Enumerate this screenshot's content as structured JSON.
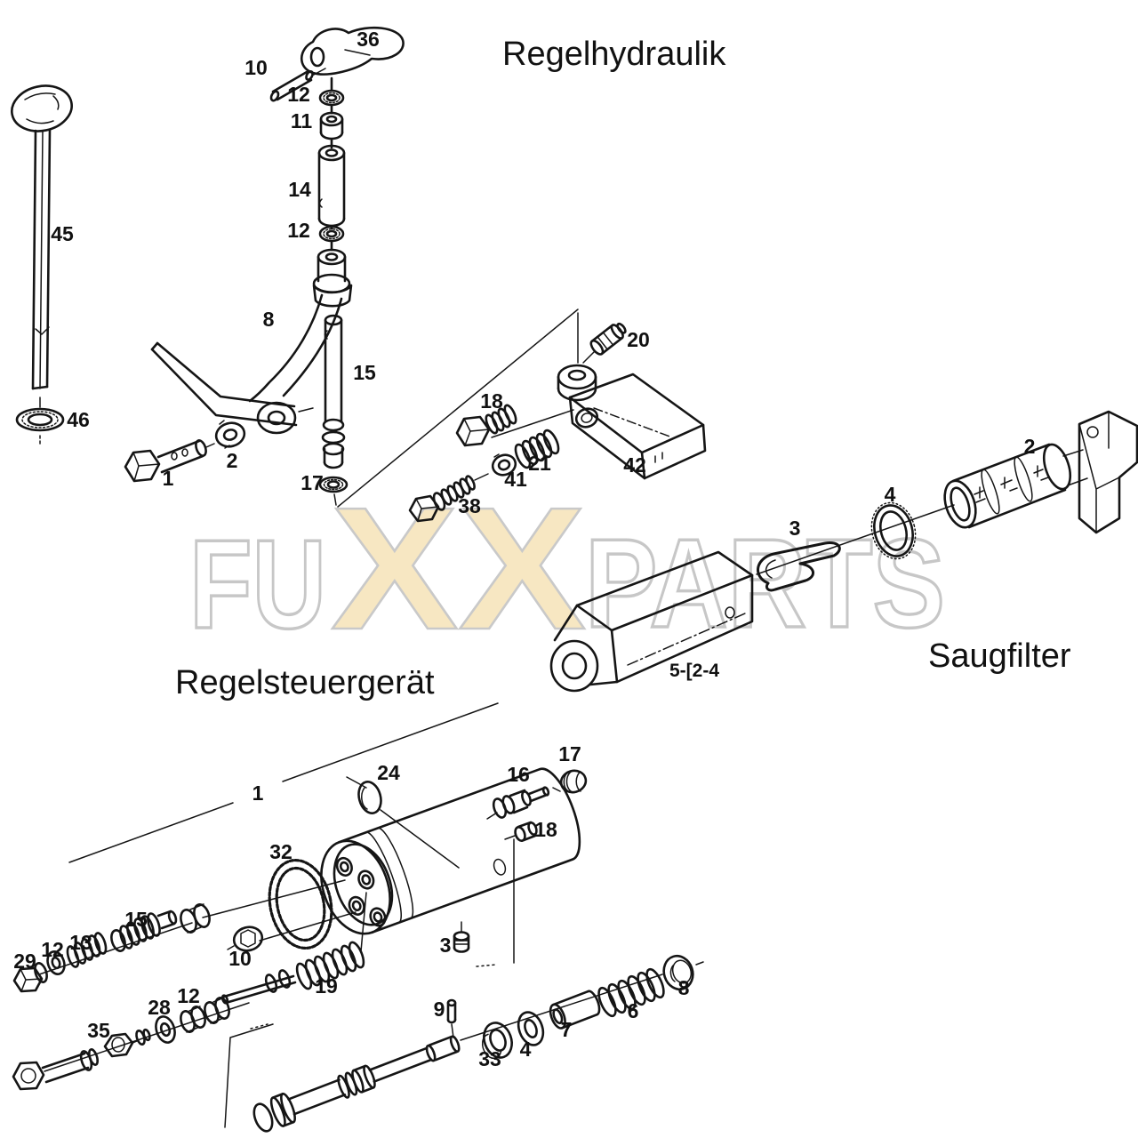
{
  "titles": {
    "regelhydraulik": "Regelhydraulik",
    "saugfilter": "Saugfilter",
    "regelsteuergeraet": "Regelsteuergerät"
  },
  "watermark": {
    "left": "FU",
    "middle": "XX",
    "right": "PARTS",
    "xx_fill": "#f7e7c2",
    "outline_fill": "#ffffff",
    "outline_stroke": "#c7c7c7"
  },
  "colors": {
    "line": "#151515",
    "background": "#ffffff"
  },
  "labels": {
    "rh": [
      "36",
      "10",
      "12",
      "11",
      "14",
      "12",
      "45",
      "46",
      "8",
      "15",
      "1",
      "2",
      "17",
      "20",
      "18",
      "21",
      "41",
      "42",
      "38"
    ],
    "sf": [
      "2",
      "4",
      "3"
    ],
    "sf_group": "5-[2-4",
    "rs": [
      "1",
      "24",
      "16",
      "17",
      "18",
      "32",
      "15",
      "13",
      "12",
      "29",
      "10",
      "3",
      "9",
      "33",
      "4",
      "7",
      "6",
      "8",
      "35",
      "28",
      "12",
      "19"
    ]
  }
}
